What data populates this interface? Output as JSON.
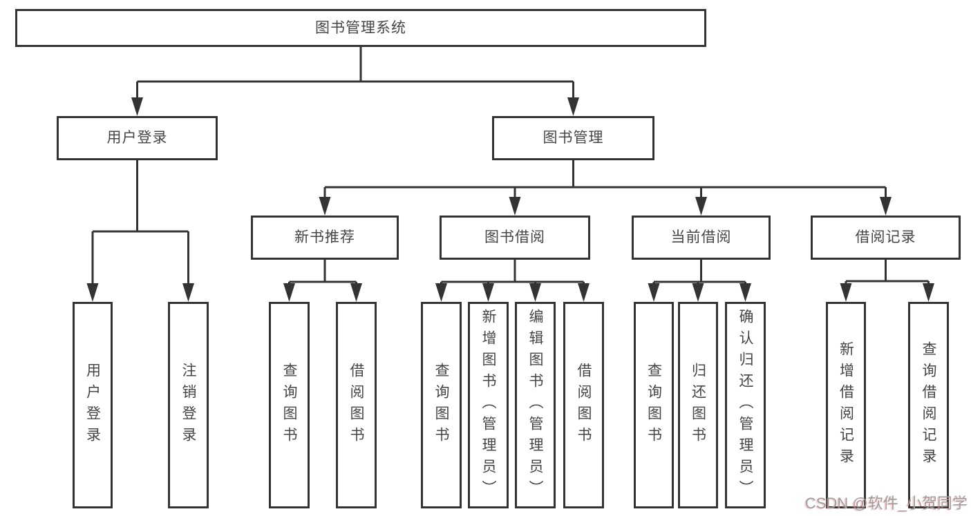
{
  "diagram": {
    "title": "图书管理系统",
    "root": {
      "label": "图书管理系统"
    },
    "level2": {
      "user_login": {
        "label": "用户登录"
      },
      "book_management": {
        "label": "图书管理"
      }
    },
    "level3": {
      "new_book_recommend": {
        "label": "新书推荐"
      },
      "book_borrowing": {
        "label": "图书借阅"
      },
      "current_borrowing": {
        "label": "当前借阅"
      },
      "borrowing_records": {
        "label": "借阅记录"
      }
    },
    "leaves": {
      "user_login": {
        "label": "用户登录"
      },
      "logout": {
        "label": "注销登录"
      },
      "nbr_query_books": {
        "label": "查询图书"
      },
      "nbr_borrow_books": {
        "label": "借阅图书"
      },
      "bb_query_books": {
        "label": "查询图书"
      },
      "bb_add_books": {
        "label": "新增图书（管理员）"
      },
      "bb_edit_books": {
        "label": "编辑图书（管理员）"
      },
      "bb_borrow_books": {
        "label": "借阅图书"
      },
      "cb_query_books": {
        "label": "查询图书"
      },
      "cb_return_books": {
        "label": "归还图书"
      },
      "cb_confirm_return": {
        "label": "确认归还（管理员）"
      },
      "br_add_record": {
        "label": "新增借阅记录"
      },
      "br_query_record": {
        "label": "查询借阅记录"
      }
    }
  },
  "watermark": {
    "text": "CSDN @软件_小贺同学"
  },
  "colors": {
    "line": "#333333",
    "box_border": "#333333",
    "box_bg": "#ffffff",
    "text": "#454545",
    "watermark": "#9d9d9d"
  }
}
